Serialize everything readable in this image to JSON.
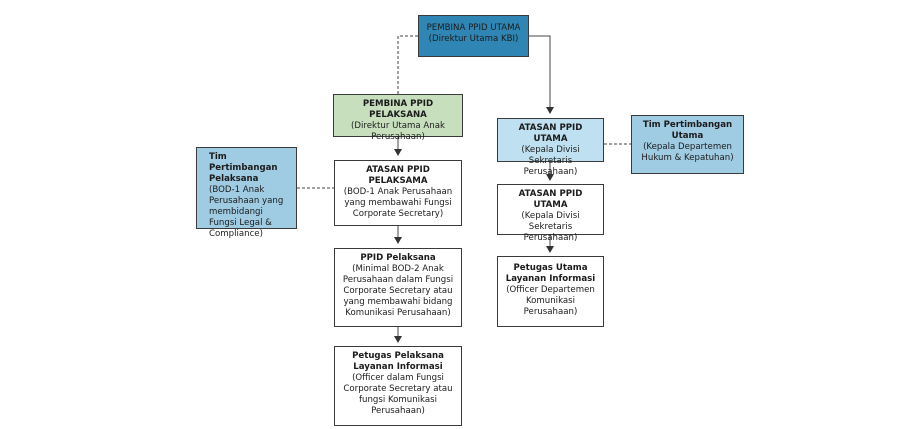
{
  "nodes": {
    "pembina_utama": {
      "title": "PEMBINA PPID UTAMA",
      "sub": "(Direktur Utama KBI)"
    },
    "pembina_pelaksana": {
      "title": "PEMBINA PPID PELAKSANA",
      "sub": "(Direktur Utama Anak Perusahaan)"
    },
    "atasan_pelaksana": {
      "title": "ATASAN PPID PELAKSAMA",
      "sub": "(BOD-1 Anak Perusahaan yang membawahi Fungsi Corporate Secretary)"
    },
    "ppid_pelaksana": {
      "title": "PPID Pelaksana",
      "sub": "(Minimal BOD-2 Anak Perusahaan dalam Fungsi Corporate Secretary atau yang membawahi bidang Komunikasi Perusahaan)"
    },
    "petugas_pelaksana": {
      "title": "Petugas Pelaksana Layanan Informasi",
      "sub": "(Officer dalam Fungsi Corporate Secretary atau fungsi Komunikasi Perusahaan)"
    },
    "tim_pelaksana": {
      "title": "Tim Pertimbangan Pelaksana",
      "sub": "(BOD-1 Anak Perusahaan yang membidangi Fungsi Legal & Compliance)"
    },
    "atasan_utama_1": {
      "title": "ATASAN PPID UTAMA",
      "sub": "(Kepala Divisi Sekretaris Perusahaan)"
    },
    "atasan_utama_2": {
      "title": "ATASAN PPID UTAMA",
      "sub": "(Kepala Divisi Sekretaris Perusahaan)"
    },
    "petugas_utama": {
      "title": "Petugas Utama Layanan Informasi",
      "sub": "(Officer Departemen Komunikasi Perusahaan)"
    },
    "tim_utama": {
      "title": "Tim Pertimbangan Utama",
      "sub": "(Kepala Departemen Hukum & Kepatuhan)"
    }
  }
}
